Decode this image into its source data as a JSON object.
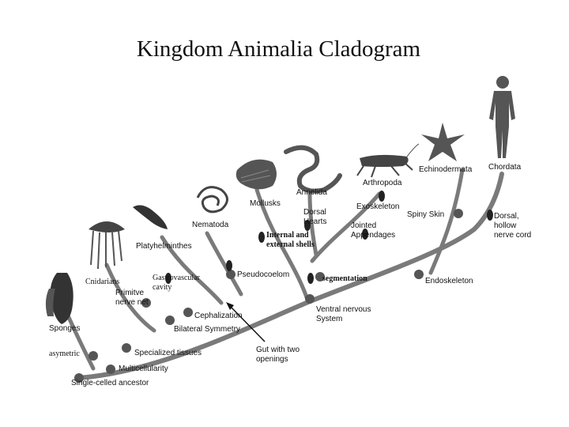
{
  "title": "Kingdom Animalia Cladogram",
  "taxa": {
    "sponges": "Sponges",
    "cnidarians": "Cnidarians",
    "platyhelminthes": "Platyhelminthes",
    "nematoda": "Nematoda",
    "annelida": "Annelida",
    "mollusks": "Mollusks",
    "arthropoda": "Arthropoda",
    "echinodermata": "Echinodermata",
    "chordata": "Chordata"
  },
  "traits": {
    "single_celled": "Single-celled ancestor",
    "multicellularity": "Multicellularity",
    "asymetric": "asymetric",
    "specialized_tissues": "Specialized tissues",
    "bilateral_symmetry": "Bilateral Symmetry",
    "cephalization": "Cephalization",
    "primitive_nerve_net": "Primitve\nnerve net",
    "gastrovascular": "Gastrovascular\ncavity",
    "gut_two_openings": "Gut with two\nopenings",
    "pseudocoelom": "Pseudocoelom",
    "ventral_nervous": "Ventral nervous\nSystem",
    "segmentation": "segmentation",
    "internal_external_shells": "Internal and\nexternal shells",
    "dorsal_hearts": "Dorsal\nHearts",
    "exoskeleton": "Exoskeleton",
    "jointed_appendages": "Jointed\nAppendages",
    "spiny_skin": "Spiny Skin",
    "endoskeleton": "Endoskeleton",
    "dorsal_hollow_nerve_cord": "Dorsal,\nhollow\nnerve cord"
  },
  "colors": {
    "branch": "#7a7a7a",
    "node": "#555555",
    "marker": "#222222",
    "animal": "#333333"
  }
}
